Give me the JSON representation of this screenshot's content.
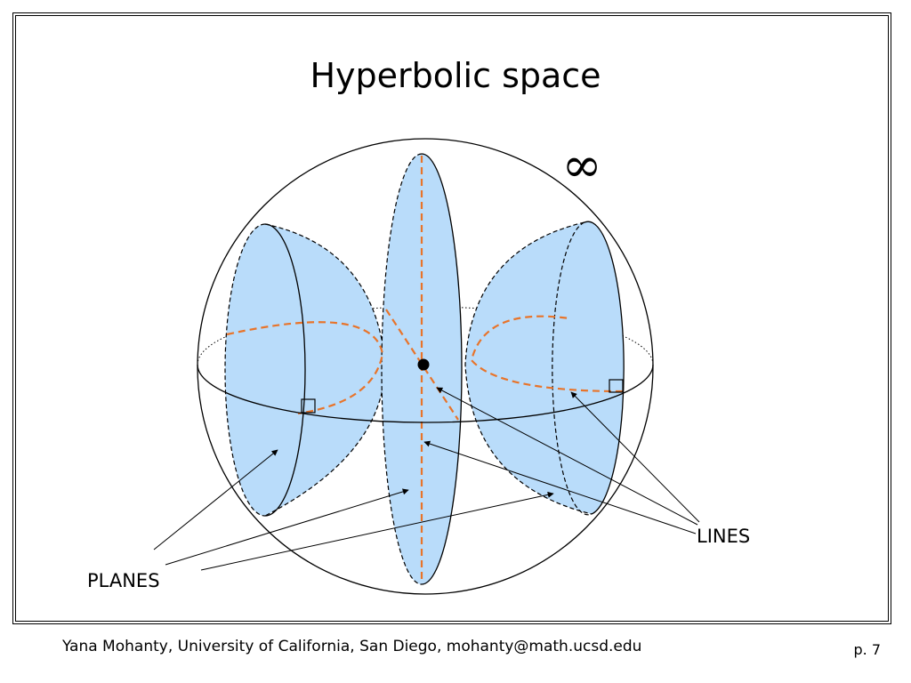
{
  "slide": {
    "title": "Hyperbolic space",
    "infinity_symbol": "∞",
    "labels": {
      "planes": "PLANES",
      "lines": "LINES"
    }
  },
  "footer": {
    "author": "Yana Mohanty, University of California, San Diego, mohanty@math.ucsd.edu",
    "page": "p. 7"
  },
  "colors": {
    "plane_fill": "#b9dcfa",
    "geodesic": "#e8742a",
    "outline": "#000000"
  }
}
